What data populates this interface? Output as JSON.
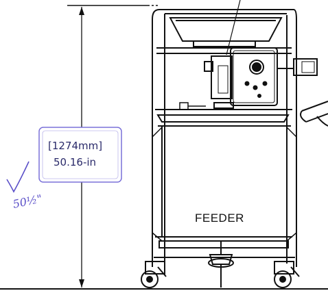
{
  "drawing": {
    "dimension_metric": "[1274mm]",
    "dimension_imperial": "50.16-in",
    "unit_label": "FEEDER",
    "handwritten_note": "50½\""
  },
  "colors": {
    "ink": "#111111",
    "annotation": "#5a4fc8",
    "annotation_box": "#7a70d8"
  }
}
